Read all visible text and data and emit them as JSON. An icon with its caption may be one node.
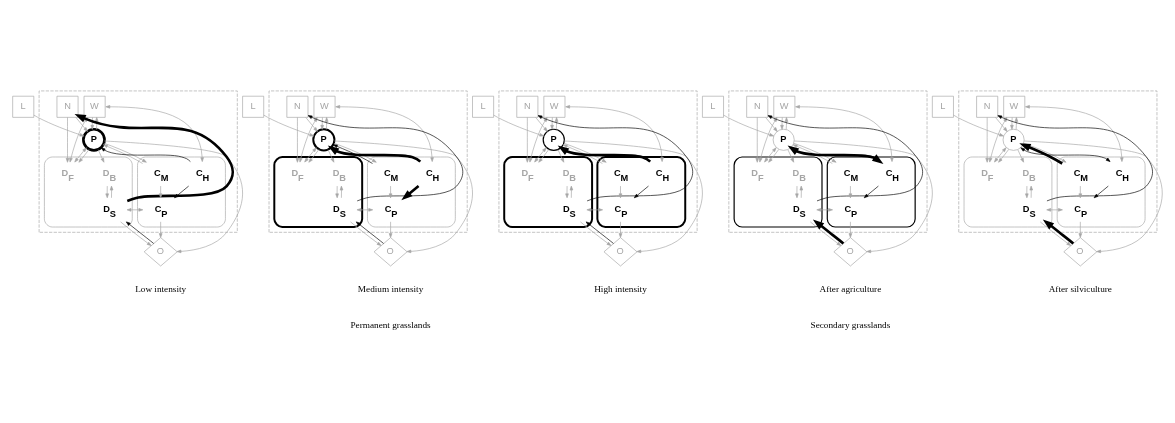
{
  "diagram": {
    "nodes": [
      {
        "text": [
          "L"
        ]
      },
      {
        "text": [],
        "shape": "box"
      },
      {
        "text": [
          "N"
        ],
        "in": 1
      },
      {
        "text": [
          "P"
        ],
        "in": 1
      },
      {
        "text": [
          "W"
        ],
        "in": 1
      },
      {
        "text": [],
        "shape": "box",
        "in": 1
      },
      {
        "text": [
          "D$_{F}$"
        ],
        "in": 5
      },
      {
        "text": [
          "D$_{B}$"
        ],
        "in": 5
      },
      {
        "text": [
          "D$_{S}$"
        ],
        "in": 5
      },
      {
        "text": [],
        "shape": "box",
        "in": 1
      },
      {
        "text": [
          "C$_{M}$"
        ],
        "in": 9
      },
      {
        "text": [
          "C$_{H}$"
        ],
        "in": 9
      },
      {
        "text": [
          "C$_{P}$"
        ],
        "in": 9
      },
      {
        "text": [
          "O"
        ]
      },
      {
        "text": [
          "L"
        ]
      },
      {
        "text": [],
        "shape": "box"
      },
      {
        "text": [
          "N"
        ],
        "in": 15
      },
      {
        "text": [
          "P"
        ],
        "in": 15
      },
      {
        "text": [
          "W"
        ],
        "in": 15
      },
      {
        "text": [],
        "shape": "box",
        "in": 15
      },
      {
        "text": [
          "D$_{F}$"
        ],
        "in": 19
      },
      {
        "text": [
          "D$_{B}$"
        ],
        "in": 19
      },
      {
        "text": [
          "D$_{S}$"
        ],
        "in": 19
      },
      {
        "text": [],
        "shape": "box",
        "in": 15
      },
      {
        "text": [
          "C$_{M}$"
        ],
        "in": 23
      },
      {
        "text": [
          "C$_{H}$"
        ],
        "in": 23
      },
      {
        "text": [
          "C$_{P}$"
        ],
        "in": 23
      },
      {
        "text": [
          "O"
        ]
      },
      {
        "text": [
          "L"
        ]
      },
      {
        "text": [],
        "shape": "box"
      },
      {
        "text": [
          "N"
        ],
        "in": 29
      },
      {
        "text": [
          "P"
        ],
        "in": 29
      },
      {
        "text": [
          "W"
        ],
        "in": 29
      },
      {
        "text": [],
        "shape": "box",
        "in": 29
      },
      {
        "text": [
          "D$_{F}$"
        ],
        "in": 33
      },
      {
        "text": [
          "D$_{B}$"
        ],
        "in": 33
      },
      {
        "text": [
          "D$_{S}$"
        ],
        "in": 33
      },
      {
        "text": [],
        "shape": "box",
        "in": 29
      },
      {
        "text": [
          "C$_{M}$"
        ],
        "in": 37
      },
      {
        "text": [
          "C$_{H}$"
        ],
        "in": 37
      },
      {
        "text": [
          "C$_{P}$"
        ],
        "in": 37
      },
      {
        "text": [
          "O"
        ]
      },
      {
        "text": [
          "L"
        ]
      },
      {
        "text": [],
        "shape": "box"
      },
      {
        "text": [
          "N"
        ],
        "in": 43
      },
      {
        "text": [
          "P"
        ],
        "in": 43
      },
      {
        "text": [
          "W"
        ],
        "in": 43
      },
      {
        "text": [],
        "shape": "box",
        "in": 43
      },
      {
        "text": [
          "D$_{F}$"
        ],
        "in": 47
      },
      {
        "text": [
          "D$_{B}$"
        ],
        "in": 47
      },
      {
        "text": [
          "D$_{S}$"
        ],
        "in": 47
      },
      {
        "text": [],
        "shape": "box",
        "in": 43
      },
      {
        "text": [
          "C$_{M}$"
        ],
        "in": 51
      },
      {
        "text": [
          "C$_{H}$"
        ],
        "in": 51
      },
      {
        "text": [
          "C$_{P}$"
        ],
        "in": 51
      },
      {
        "text": [
          "O"
        ]
      },
      {
        "text": [
          "L"
        ]
      },
      {
        "text": [],
        "shape": "box"
      },
      {
        "text": [
          "N"
        ],
        "in": 57
      },
      {
        "text": [
          "P"
        ],
        "in": 57
      },
      {
        "text": [
          "W"
        ],
        "in": 57
      },
      {
        "text": [],
        "shape": "box",
        "in": 57
      },
      {
        "text": [
          "D$_{F}$"
        ],
        "in": 61
      },
      {
        "text": [
          "D$_{B}$"
        ],
        "in": 61
      },
      {
        "text": [
          "D$_{S}$"
        ],
        "in": 61
      },
      {
        "text": [],
        "shape": "box",
        "in": 57
      },
      {
        "text": [
          "C$_{M}$"
        ],
        "in": 65
      },
      {
        "text": [
          "C$_{H}$"
        ],
        "in": 65
      },
      {
        "text": [
          "C$_{P}$"
        ],
        "in": 65
      },
      {
        "text": [
          "O"
        ]
      }
    ],
    "edges": [
      {
        "from": 0,
        "to": 3,
        "arrow": "to"
      },
      {
        "from": 2,
        "to": 3,
        "arrow": "to"
      },
      {
        "from": 4,
        "to": 3,
        "arrow": "to"
      },
      {
        "from": 3,
        "to": 4,
        "arrow": "to"
      },
      {
        "from": 3,
        "to": 6,
        "arrow": "both"
      },
      {
        "from": 4,
        "to": 6,
        "arrow": "both"
      },
      {
        "from": 4,
        "to": 11,
        "arrow": "both"
      },
      {
        "from": 2,
        "to": 6,
        "arrow": "to"
      },
      {
        "from": 3,
        "to": 6,
        "arrow": "to"
      },
      {
        "from": 3,
        "to": 7,
        "arrow": "to"
      },
      {
        "from": 3,
        "to": 10,
        "arrow": "to"
      },
      {
        "from": 8,
        "to": 12,
        "arrow": "both"
      },
      {
        "from": 8,
        "to": 7,
        "arrow": "to"
      },
      {
        "from": 7,
        "to": 8,
        "arrow": "to"
      },
      {
        "from": 10,
        "to": 12,
        "arrow": "to"
      },
      {
        "from": 11,
        "to": 12,
        "arrow": "to",
        "color": "#000000"
      },
      {
        "from": 3,
        "to": 13,
        "arrow": "to"
      },
      {
        "from": 12,
        "to": 13,
        "arrow": "to"
      },
      {
        "from": 13,
        "to": 8,
        "arrow": "to",
        "color": "#000000"
      },
      {
        "from": 8,
        "to": 13,
        "arrow": "to"
      },
      {
        "from": 10,
        "to": 3,
        "arrow": "to"
      },
      {
        "from": 11,
        "to": 3,
        "arrow": "to",
        "color": "#000000"
      },
      {
        "from": 8,
        "to": 2,
        "arrow": "to",
        "style": "thick",
        "color": "#000000"
      },
      {
        "from": 14,
        "to": 17,
        "arrow": "to"
      },
      {
        "from": 16,
        "to": 17,
        "arrow": "to"
      },
      {
        "from": 18,
        "to": 17,
        "arrow": "to"
      },
      {
        "from": 17,
        "to": 18,
        "arrow": "to"
      },
      {
        "from": 17,
        "to": 20,
        "arrow": "both"
      },
      {
        "from": 18,
        "to": 20,
        "arrow": "both"
      },
      {
        "from": 18,
        "to": 25,
        "arrow": "both"
      },
      {
        "from": 16,
        "to": 20,
        "arrow": "to"
      },
      {
        "from": 17,
        "to": 20,
        "arrow": "to"
      },
      {
        "from": 17,
        "to": 21,
        "arrow": "to"
      },
      {
        "from": 17,
        "to": 24,
        "arrow": "to"
      },
      {
        "from": 22,
        "to": 26,
        "arrow": "both"
      },
      {
        "from": 22,
        "to": 21,
        "arrow": "to"
      },
      {
        "from": 21,
        "to": 22,
        "arrow": "to"
      },
      {
        "from": 24,
        "to": 26,
        "arrow": "to"
      },
      {
        "from": 25,
        "to": 26,
        "arrow": "to",
        "style": "thick",
        "color": "#000000"
      },
      {
        "from": 17,
        "to": 27,
        "arrow": "to"
      },
      {
        "from": 26,
        "to": 27,
        "arrow": "to"
      },
      {
        "from": 27,
        "to": 22,
        "arrow": "to",
        "color": "#000000"
      },
      {
        "from": 22,
        "to": 27,
        "arrow": "to"
      },
      {
        "from": 24,
        "to": 17,
        "arrow": "to",
        "color": "#000000"
      },
      {
        "from": 25,
        "to": 17,
        "arrow": "to",
        "style": "thick",
        "color": "#000000"
      },
      {
        "from": 22,
        "to": 16,
        "arrow": "to",
        "color": "#000000"
      },
      {
        "from": 28,
        "to": 31,
        "arrow": "to"
      },
      {
        "from": 30,
        "to": 31,
        "arrow": "to"
      },
      {
        "from": 32,
        "to": 31,
        "arrow": "to"
      },
      {
        "from": 31,
        "to": 32,
        "arrow": "to"
      },
      {
        "from": 31,
        "to": 34,
        "arrow": "both"
      },
      {
        "from": 32,
        "to": 34,
        "arrow": "both"
      },
      {
        "from": 32,
        "to": 39,
        "arrow": "both"
      },
      {
        "from": 30,
        "to": 34,
        "arrow": "to"
      },
      {
        "from": 31,
        "to": 34,
        "arrow": "to"
      },
      {
        "from": 31,
        "to": 35,
        "arrow": "to"
      },
      {
        "from": 31,
        "to": 38,
        "arrow": "to"
      },
      {
        "from": 36,
        "to": 40,
        "arrow": "both"
      },
      {
        "from": 36,
        "to": 35,
        "arrow": "to"
      },
      {
        "from": 35,
        "to": 36,
        "arrow": "to"
      },
      {
        "from": 38,
        "to": 40,
        "arrow": "to"
      },
      {
        "from": 39,
        "to": 40,
        "arrow": "to",
        "color": "#000000"
      },
      {
        "from": 31,
        "to": 41,
        "arrow": "to"
      },
      {
        "from": 40,
        "to": 41,
        "arrow": "to"
      },
      {
        "from": 41,
        "to": 36,
        "arrow": "to",
        "color": "#000000"
      },
      {
        "from": 36,
        "to": 41,
        "arrow": "to"
      },
      {
        "from": 38,
        "to": 31,
        "arrow": "to"
      },
      {
        "from": 39,
        "to": 31,
        "arrow": "to",
        "style": "thick",
        "color": "#000000"
      },
      {
        "from": 36,
        "to": 30,
        "arrow": "to",
        "color": "#000000"
      },
      {
        "from": 42,
        "to": 45,
        "arrow": "to"
      },
      {
        "from": 44,
        "to": 45,
        "arrow": "to"
      },
      {
        "from": 46,
        "to": 45,
        "arrow": "to"
      },
      {
        "from": 45,
        "to": 46,
        "arrow": "to"
      },
      {
        "from": 45,
        "to": 48,
        "arrow": "both"
      },
      {
        "from": 46,
        "to": 48,
        "arrow": "both"
      },
      {
        "from": 46,
        "to": 53,
        "arrow": "both"
      },
      {
        "from": 44,
        "to": 48,
        "arrow": "to"
      },
      {
        "from": 45,
        "to": 48,
        "arrow": "to"
      },
      {
        "from": 45,
        "to": 49,
        "arrow": "to"
      },
      {
        "from": 45,
        "to": 52,
        "arrow": "to"
      },
      {
        "from": 50,
        "to": 54,
        "arrow": "both"
      },
      {
        "from": 50,
        "to": 49,
        "arrow": "to"
      },
      {
        "from": 49,
        "to": 50,
        "arrow": "to"
      },
      {
        "from": 52,
        "to": 54,
        "arrow": "to"
      },
      {
        "from": 53,
        "to": 54,
        "arrow": "to",
        "color": "#000000"
      },
      {
        "from": 45,
        "to": 55,
        "arrow": "to"
      },
      {
        "from": 54,
        "to": 55,
        "arrow": "to"
      },
      {
        "from": 55,
        "to": 50,
        "arrow": "to",
        "style": "thick",
        "color": "#000000"
      },
      {
        "from": 50,
        "to": 55,
        "arrow": "to"
      },
      {
        "from": 52,
        "to": 45,
        "arrow": "to"
      },
      {
        "from": 53,
        "to": 45,
        "arrow": "both",
        "style": "thick",
        "color": "#000000"
      },
      {
        "from": 50,
        "to": 44,
        "arrow": "to",
        "color": "#000000"
      },
      {
        "from": 56,
        "to": 59,
        "arrow": "to"
      },
      {
        "from": 58,
        "to": 59,
        "arrow": "to"
      },
      {
        "from": 60,
        "to": 59,
        "arrow": "to"
      },
      {
        "from": 59,
        "to": 60,
        "arrow": "to"
      },
      {
        "from": 59,
        "to": 62,
        "arrow": "both"
      },
      {
        "from": 60,
        "to": 62,
        "arrow": "both"
      },
      {
        "from": 60,
        "to": 67,
        "arrow": "both"
      },
      {
        "from": 58,
        "to": 62,
        "arrow": "to"
      },
      {
        "from": 59,
        "to": 62,
        "arrow": "to"
      },
      {
        "from": 59,
        "to": 63,
        "arrow": "to"
      },
      {
        "from": 59,
        "to": 66,
        "arrow": "to"
      },
      {
        "from": 64,
        "to": 68,
        "arrow": "both"
      },
      {
        "from": 64,
        "to": 63,
        "arrow": "to"
      },
      {
        "from": 63,
        "to": 64,
        "arrow": "to"
      },
      {
        "from": 66,
        "to": 68,
        "arrow": "to"
      },
      {
        "from": 67,
        "to": 68,
        "arrow": "to",
        "color": "#000000"
      },
      {
        "from": 59,
        "to": 69,
        "arrow": "to"
      },
      {
        "from": 68,
        "to": 69,
        "arrow": "to"
      },
      {
        "from": 69,
        "to": 64,
        "arrow": "to",
        "style": "thick",
        "color": "#000000"
      },
      {
        "from": 64,
        "to": 69,
        "arrow": "to"
      },
      {
        "from": 66,
        "to": 59,
        "arrow": "to",
        "style": "thick",
        "color": "#000000"
      },
      {
        "from": 67,
        "to": 59,
        "arrow": "both",
        "color": "#000000"
      },
      {
        "from": 64,
        "to": 58,
        "arrow": "to",
        "color": "#000000"
      }
    ],
    "labels": [
      "Low intensity",
      "Medium intensity",
      "High intensity",
      "After agriculture",
      "After silviculture",
      "Permanent grasslands",
      "Secondary grasslands"
    ]
  }
}
